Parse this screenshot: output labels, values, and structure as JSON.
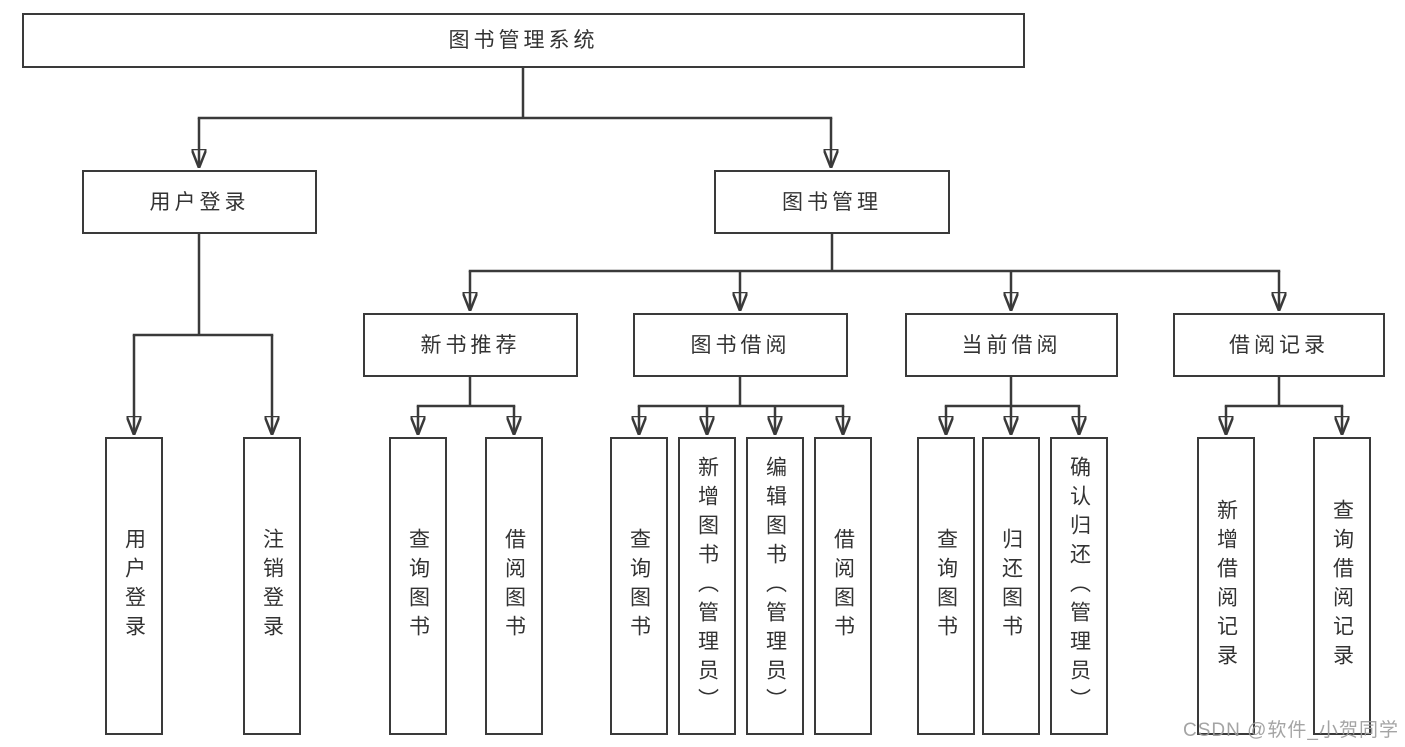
{
  "tree": {
    "label": "图书管理系统",
    "children": [
      {
        "label": "用户登录",
        "children": [
          {
            "label": "用户登录"
          },
          {
            "label": "注销登录"
          }
        ]
      },
      {
        "label": "图书管理",
        "children": [
          {
            "label": "新书推荐",
            "children": [
              {
                "label": "查询图书"
              },
              {
                "label": "借阅图书"
              }
            ]
          },
          {
            "label": "图书借阅",
            "children": [
              {
                "label": "查询图书"
              },
              {
                "label": "新增图书（管理员）"
              },
              {
                "label": "编辑图书（管理员）"
              },
              {
                "label": "借阅图书"
              }
            ]
          },
          {
            "label": "当前借阅",
            "children": [
              {
                "label": "查询图书"
              },
              {
                "label": "归还图书"
              },
              {
                "label": "确认归还（管理员）"
              }
            ]
          },
          {
            "label": "借阅记录",
            "children": [
              {
                "label": "新增借阅记录"
              },
              {
                "label": "查询借阅记录"
              }
            ]
          }
        ]
      }
    ]
  },
  "watermark": {
    "text": "CSDN @软件_小贺同学"
  },
  "colors": {
    "line": "#3a3a3a",
    "text": "#333333",
    "watermark": "#9b9b9b",
    "background": "#ffffff"
  }
}
